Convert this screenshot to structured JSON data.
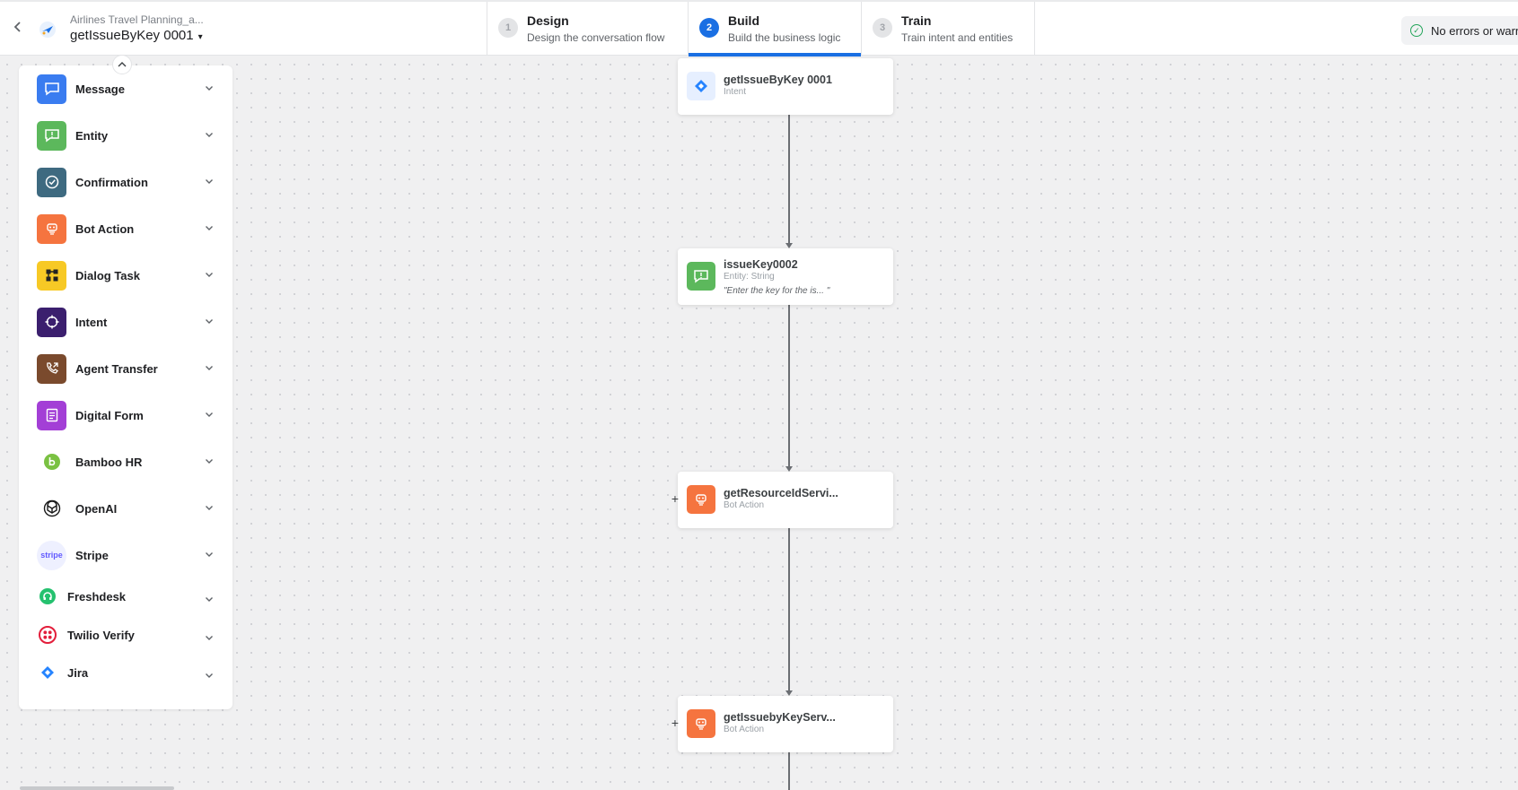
{
  "header": {
    "app_name": "Airlines Travel Planning_a...",
    "task_name": "getIssueByKey 0001",
    "task_caret": "▾",
    "back_icon": "chevron-left-icon",
    "steps": [
      {
        "number": "1",
        "title": "Design",
        "subtitle": "Design the conversation flow",
        "active": false
      },
      {
        "number": "2",
        "title": "Build",
        "subtitle": "Build the business logic",
        "active": true
      },
      {
        "number": "3",
        "title": "Train",
        "subtitle": "Train intent and entities",
        "active": false
      }
    ],
    "status_text": "No errors or warr",
    "status_color": "#23a55a",
    "active_color": "#1a6fe3"
  },
  "palette": {
    "collapse_icon": "chevron-up-icon",
    "items": [
      {
        "label": "Message",
        "icon": "message-icon",
        "color": "#3a7cf0"
      },
      {
        "label": "Entity",
        "icon": "entity-icon",
        "color": "#5cb85c"
      },
      {
        "label": "Confirmation",
        "icon": "confirmation-icon",
        "color": "#3e6a80"
      },
      {
        "label": "Bot Action",
        "icon": "bot-action-icon",
        "color": "#f5743f"
      },
      {
        "label": "Dialog Task",
        "icon": "dialog-task-icon",
        "color": "#f7c925"
      },
      {
        "label": "Intent",
        "icon": "intent-icon",
        "color": "#3b1f6e"
      },
      {
        "label": "Agent Transfer",
        "icon": "agent-transfer-icon",
        "color": "#7a4a2d"
      },
      {
        "label": "Digital Form",
        "icon": "digital-form-icon",
        "color": "#a33fd6"
      },
      {
        "label": "Bamboo HR",
        "icon": "bamboo-hr-icon",
        "color": "#7ac142"
      },
      {
        "label": "OpenAI",
        "icon": "openai-icon",
        "color": "#1a1a1a"
      },
      {
        "label": "Stripe",
        "icon": "stripe-icon",
        "color": "#635bff",
        "logo_text": "stripe"
      },
      {
        "label": "Freshdesk",
        "icon": "freshdesk-icon",
        "color": "#25c16f"
      },
      {
        "label": "Twilio Verify",
        "icon": "twilio-icon",
        "color": "#e31e3b"
      },
      {
        "label": "Jira",
        "icon": "jira-icon",
        "color": "#2684ff"
      }
    ]
  },
  "canvas": {
    "nodes": [
      {
        "title": "getIssueByKey 0001",
        "subtitle": "Intent",
        "prompt": "",
        "icon": "jira-icon",
        "color": "#2684ff",
        "has_plus": false
      },
      {
        "title": "issueKey0002",
        "subtitle": "Entity: String",
        "prompt": "\"Enter the key for the is... \"",
        "icon": "entity-icon",
        "color": "#5cb85c",
        "has_plus": false
      },
      {
        "title": "getResourceIdServi...",
        "subtitle": "Bot Action",
        "prompt": "",
        "icon": "bot-action-icon",
        "color": "#f5743f",
        "has_plus": true
      },
      {
        "title": "getIssuebyKeyServ...",
        "subtitle": "Bot Action",
        "prompt": "",
        "icon": "bot-action-icon",
        "color": "#f5743f",
        "has_plus": true
      }
    ],
    "plus_symbol": "+"
  }
}
